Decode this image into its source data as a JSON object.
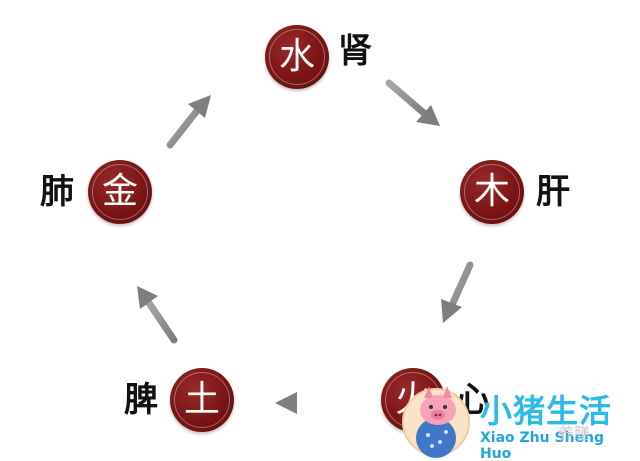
{
  "nodes": {
    "water": {
      "element": "水",
      "organ": "肾"
    },
    "wood": {
      "element": "木",
      "organ": "肝"
    },
    "fire": {
      "element": "火",
      "organ": "心"
    },
    "earth": {
      "element": "土",
      "organ": "脾"
    },
    "metal": {
      "element": "金",
      "organ": "肺"
    }
  },
  "logo": {
    "title": "小猪生活",
    "subtitle": "Xiao Zhu Sheng Huo",
    "mascot": "pig-mascot-icon"
  },
  "watermark": "养膳",
  "colors": {
    "circle": "#7a1414",
    "arrow": "#8c8c8c",
    "logo_text": "#2bbbe8"
  }
}
